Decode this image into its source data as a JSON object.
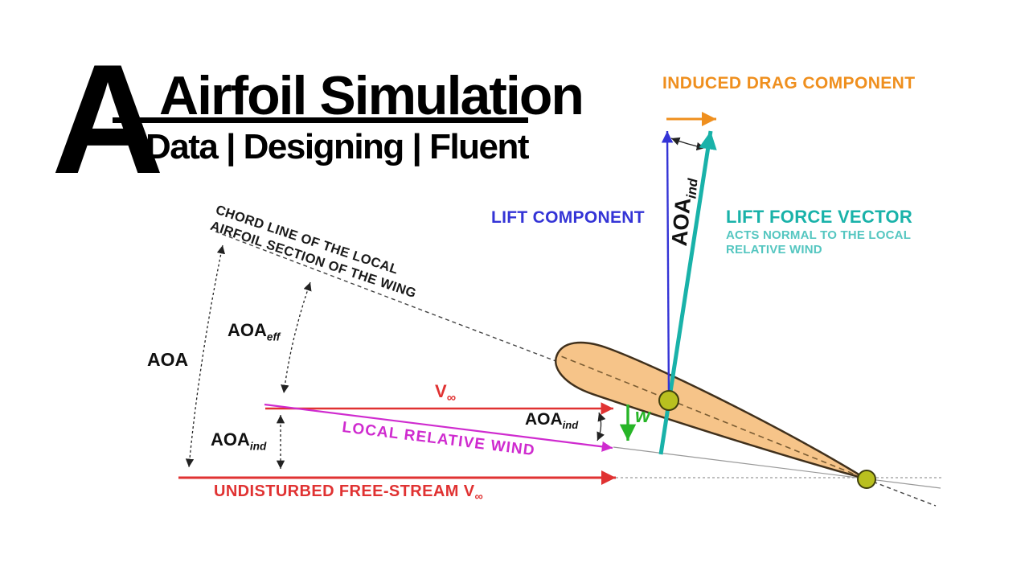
{
  "header": {
    "big_letter": "A",
    "title": "Airfoil Simulation",
    "subtitle": "Data | Designing | Fluent"
  },
  "diagram": {
    "labels": {
      "induced_drag": "INDUCED DRAG COMPONENT",
      "lift_component": "LIFT COMPONENT",
      "lift_force": "LIFT FORCE VECTOR",
      "lift_force_note1": "ACTS NORMAL TO THE LOCAL",
      "lift_force_note2": "RELATIVE WIND",
      "chord1": "CHORD LINE OF THE LOCAL",
      "chord2": "AIRFOIL SECTION OF THE WING",
      "aoa": "AOA",
      "eff": "eff",
      "ind": "ind",
      "v": "V",
      "inf": "∞",
      "local_relative_wind": "LOCAL RELATIVE WIND",
      "undisturbed": "UNDISTURBED FREE-STREAM V",
      "downwash": "w"
    },
    "colors": {
      "red": "#e03232",
      "magenta": "#cf2bcf",
      "orange": "#ef8f1e",
      "blue": "#3434d6",
      "teal": "#19b2a9",
      "teal_light": "#54c6c0",
      "green": "#27b527",
      "airfoil_fill": "#f6c489",
      "airfoil_stroke": "#40301c",
      "dot_fill": "#b9c01f",
      "text_black": "#111111"
    }
  }
}
